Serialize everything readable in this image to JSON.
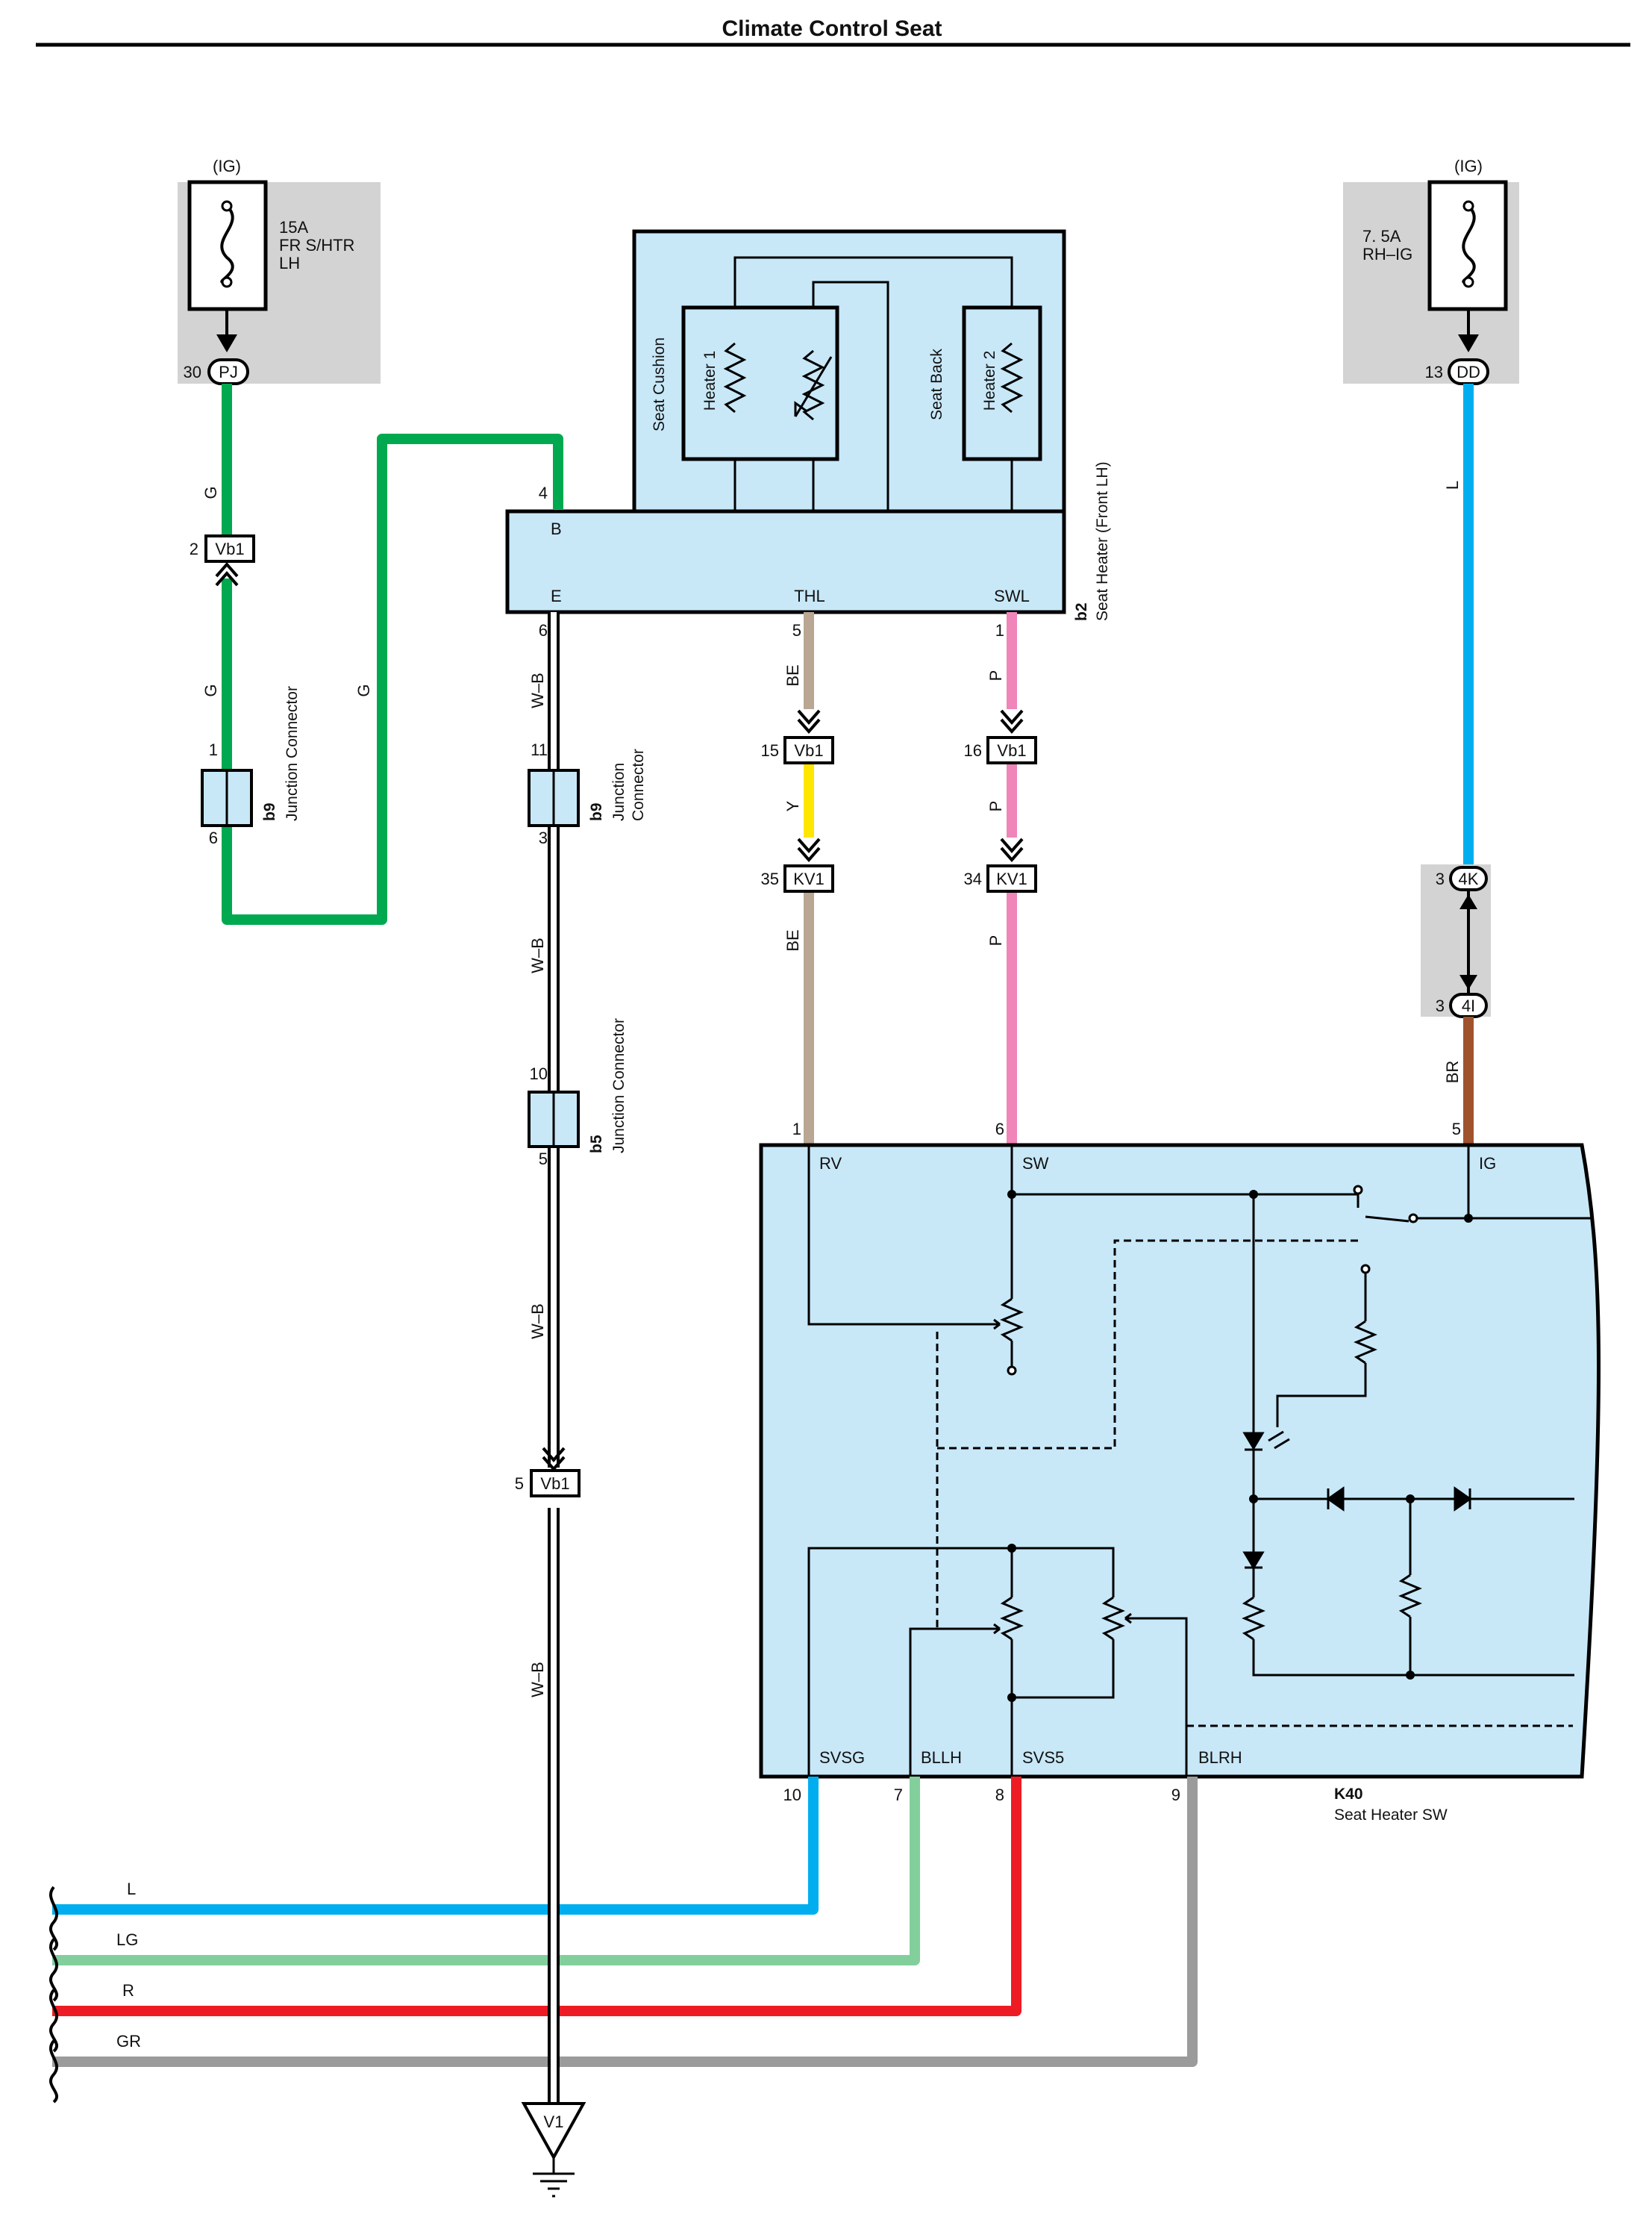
{
  "title": "Climate Control Seat",
  "fuses": {
    "left": {
      "tag": "(IG)",
      "line1": "15A",
      "line2": "FR S/HTR",
      "line3": "LH",
      "pin": "30",
      "connector": "PJ"
    },
    "right": {
      "tag": "(IG)",
      "line1": "7. 5A",
      "line2": "RH–IG",
      "pin": "13",
      "connector": "DD"
    }
  },
  "seat_heater": {
    "code": "b2",
    "name": "Seat Heater (Front LH)",
    "seat_cushion": "Seat Cushion",
    "seat_back": "Seat Back",
    "heater1": "Heater 1",
    "heater2": "Heater 2",
    "pin_B": "B",
    "pin_E": "E",
    "pin_THL": "THL",
    "pin_SWL": "SWL",
    "num_B": "4",
    "num_E": "6",
    "num_THL": "5",
    "num_SWL": "1"
  },
  "junctions": {
    "b9_left": {
      "code": "b9",
      "name": "Junction Connector",
      "top": "1",
      "bottom": "6"
    },
    "b9_mid": {
      "code": "b9",
      "name1": "Junction",
      "name2": "Connector",
      "top": "11",
      "bottom": "3"
    },
    "b5": {
      "code": "b5",
      "name": "Junction Connector",
      "top": "10",
      "bottom": "5"
    }
  },
  "inline": {
    "vb1_left": {
      "pin": "2",
      "name": "Vb1"
    },
    "vb1_thl": {
      "pin": "15",
      "name": "Vb1"
    },
    "vb1_swl": {
      "pin": "16",
      "name": "Vb1"
    },
    "kv1_thl": {
      "pin": "35",
      "name": "KV1"
    },
    "kv1_swl": {
      "pin": "34",
      "name": "KV1"
    },
    "vb1_ground": {
      "pin": "5",
      "name": "Vb1"
    },
    "c4k": {
      "pin": "3",
      "name": "4K"
    },
    "c4i": {
      "pin": "3",
      "name": "4I"
    },
    "ground": {
      "name": "V1"
    }
  },
  "wire_colors": {
    "g1": "G",
    "g2": "G",
    "g3": "G",
    "wb1": "W–B",
    "wb2": "W–B",
    "wb3": "W–B",
    "wb4": "W–B",
    "be1": "BE",
    "y": "Y",
    "be2": "BE",
    "p1": "P",
    "p2": "P",
    "p3": "P",
    "l": "L",
    "br": "BR"
  },
  "switch": {
    "code": "K40",
    "name": "Seat Heater SW",
    "RV": "RV",
    "SW": "SW",
    "IG": "IG",
    "SVSG": "SVSG",
    "BLLH": "BLLH",
    "SVS5": "SVS5",
    "BLRH": "BLRH",
    "num_RV": "1",
    "num_SW": "6",
    "num_IG": "5",
    "num_SVSG": "10",
    "num_BLLH": "7",
    "num_SVS5": "8",
    "num_BLRH": "9"
  },
  "bus": {
    "L": "L",
    "LG": "LG",
    "R": "R",
    "GR": "GR"
  },
  "colors": {
    "green": "#00a94f",
    "blue": "#00aeef",
    "tan": "#b9a793",
    "yellow": "#ffe600",
    "pink": "#f085b9",
    "brown": "#a0522d",
    "lightgreen": "#82cf9c",
    "red": "#ed1c24",
    "gray": "#9b9b9b",
    "component": "#c8e8f8",
    "fusebg": "#d3d3d3"
  }
}
